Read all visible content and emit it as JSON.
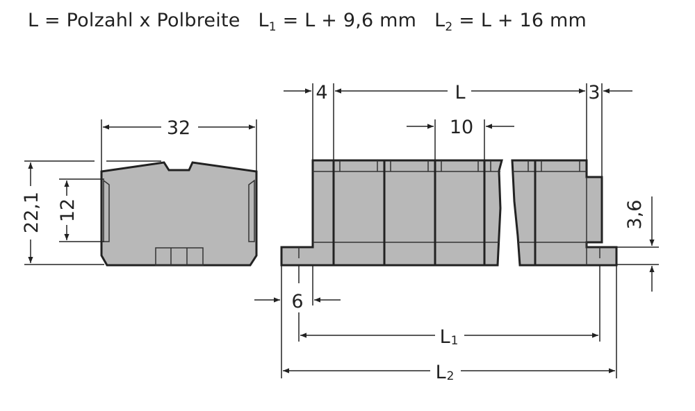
{
  "formula": {
    "l_def": "L = Polzahl x Polbreite",
    "l1_lhs": "L",
    "l1_sub": "1",
    "l1_rhs": " = L + 9,6 mm",
    "l2_lhs": "L",
    "l2_sub": "2",
    "l2_rhs": " = L + 16 mm"
  },
  "dimensions": {
    "side_width": "32",
    "side_height": "22,1",
    "side_inner_height": "12",
    "end_offset_left": "4",
    "length": "L",
    "end_offset_right": "3",
    "pitch": "10",
    "foot_height": "3,6",
    "foot_offset": "6",
    "l1_main": "L",
    "l1_sub": "1",
    "l2_main": "L",
    "l2_sub": "2"
  },
  "colors": {
    "part_fill": "#b8b8b8",
    "line": "#222222",
    "background": "#ffffff"
  }
}
